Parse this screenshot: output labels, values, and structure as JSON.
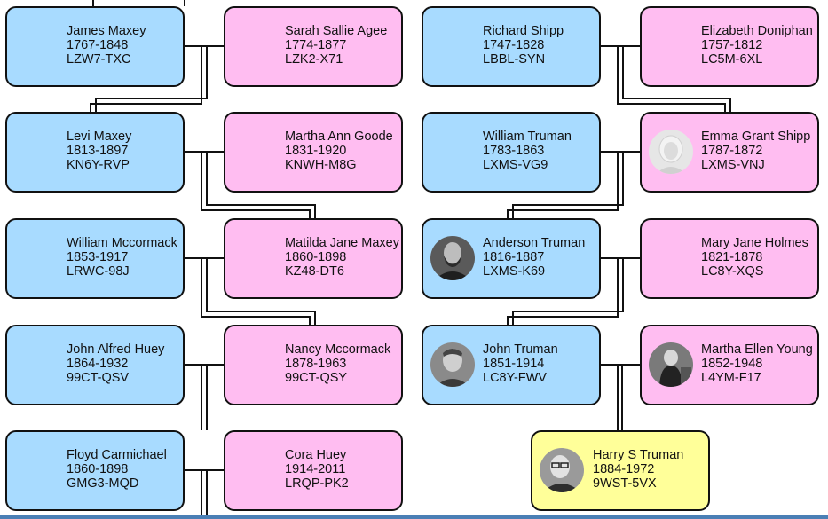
{
  "people": [
    {
      "id": "james-maxey",
      "name": "James Maxey",
      "years": "1767-1848",
      "pid": "LZW7-TXC",
      "sex": "male",
      "photo": false
    },
    {
      "id": "sarah-sallie-agee",
      "name": "Sarah Sallie Agee",
      "years": "1774-1877",
      "pid": "LZK2-X71",
      "sex": "female",
      "photo": false
    },
    {
      "id": "richard-shipp",
      "name": "Richard Shipp",
      "years": "1747-1828",
      "pid": "LBBL-SYN",
      "sex": "male",
      "photo": false
    },
    {
      "id": "elizabeth-doniphan",
      "name": "Elizabeth Doniphan",
      "years": "1757-1812",
      "pid": "LC5M-6XL",
      "sex": "female",
      "photo": false
    },
    {
      "id": "levi-maxey",
      "name": "Levi Maxey",
      "years": "1813-1897",
      "pid": "KN6Y-RVP",
      "sex": "male",
      "photo": false
    },
    {
      "id": "martha-ann-goode",
      "name": "Martha Ann Goode",
      "years": "1831-1920",
      "pid": "KNWH-M8G",
      "sex": "female",
      "photo": false
    },
    {
      "id": "william-truman",
      "name": "William Truman",
      "years": "1783-1863",
      "pid": "LXMS-VG9",
      "sex": "male",
      "photo": false
    },
    {
      "id": "emma-grant-shipp",
      "name": "Emma Grant Shipp",
      "years": "1787-1872",
      "pid": "LXMS-VNJ",
      "sex": "female",
      "photo": true
    },
    {
      "id": "william-mccormack",
      "name": "William Mccormack",
      "years": "1853-1917",
      "pid": "LRWC-98J",
      "sex": "male",
      "photo": false
    },
    {
      "id": "matilda-jane-maxey",
      "name": "Matilda Jane Maxey",
      "years": "1860-1898",
      "pid": "KZ48-DT6",
      "sex": "female",
      "photo": false
    },
    {
      "id": "anderson-truman",
      "name": "Anderson Truman",
      "years": "1816-1887",
      "pid": "LXMS-K69",
      "sex": "male",
      "photo": true
    },
    {
      "id": "mary-jane-holmes",
      "name": "Mary Jane Holmes",
      "years": "1821-1878",
      "pid": "LC8Y-XQS",
      "sex": "female",
      "photo": false
    },
    {
      "id": "john-alfred-huey",
      "name": "John Alfred Huey",
      "years": "1864-1932",
      "pid": "99CT-QSV",
      "sex": "male",
      "photo": false
    },
    {
      "id": "nancy-mccormack",
      "name": "Nancy Mccormack",
      "years": "1878-1963",
      "pid": "99CT-QSY",
      "sex": "female",
      "photo": false
    },
    {
      "id": "john-truman",
      "name": "John Truman",
      "years": "1851-1914",
      "pid": "LC8Y-FWV",
      "sex": "male",
      "photo": true
    },
    {
      "id": "martha-ellen-young",
      "name": "Martha Ellen Young",
      "years": "1852-1948",
      "pid": "L4YM-F17",
      "sex": "female",
      "photo": true
    },
    {
      "id": "floyd-carmichael",
      "name": "Floyd Carmichael",
      "years": "1860-1898",
      "pid": "GMG3-MQD",
      "sex": "male",
      "photo": false
    },
    {
      "id": "cora-huey",
      "name": "Cora Huey",
      "years": "1914-2011",
      "pid": "LRQP-PK2",
      "sex": "female",
      "photo": false
    },
    {
      "id": "harry-s-truman",
      "name": "Harry S Truman",
      "years": "1884-1972",
      "pid": "9WST-5VX",
      "sex": "self",
      "photo": true
    }
  ],
  "colors": {
    "male": "#a8dbff",
    "female": "#ffbdf1",
    "self": "#ffff99",
    "border": "#111111",
    "line": "#111111"
  }
}
